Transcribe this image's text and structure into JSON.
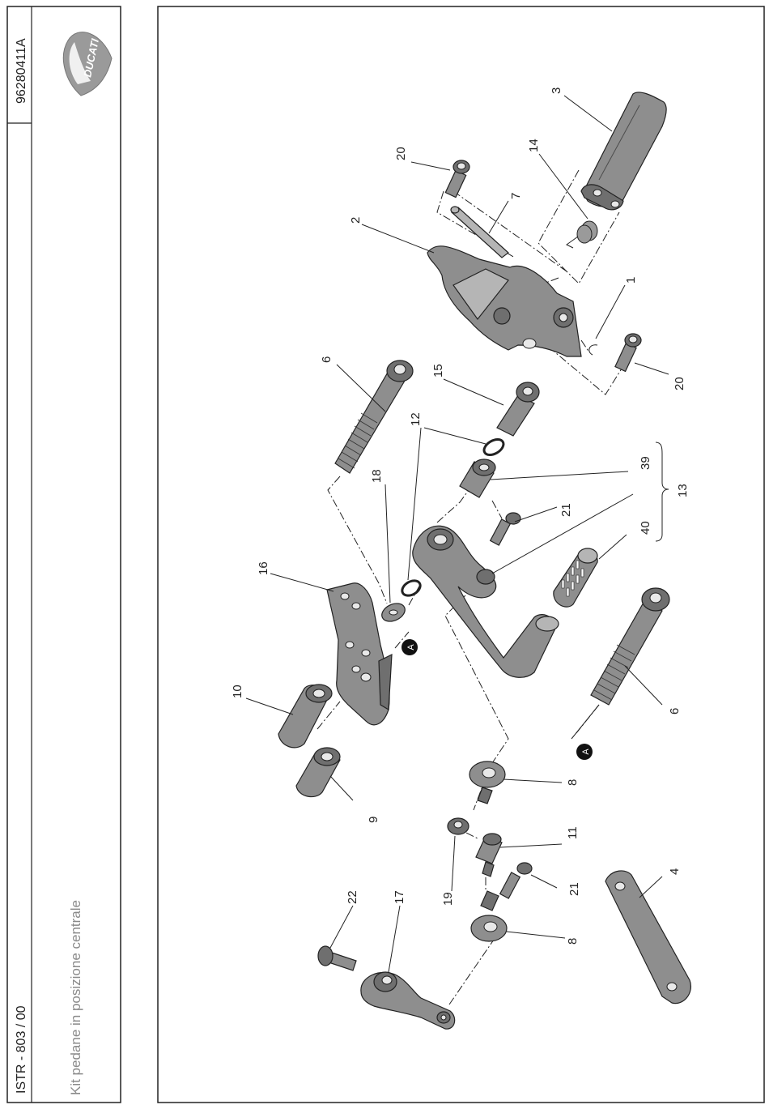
{
  "document": {
    "code": "ISTR - 803 / 00",
    "title": "Kit pedane in posizione centrale",
    "part_number": "96280411A",
    "brand": "DUCATI"
  },
  "callouts": {
    "c1": "1",
    "c2": "2",
    "c3": "3",
    "c4": "4",
    "c6a": "6",
    "c6b": "6",
    "c7": "7",
    "c8a": "8",
    "c8b": "8",
    "c9": "9",
    "c10": "10",
    "c11": "11",
    "c12": "12",
    "c13": "13",
    "c14": "14",
    "c15": "15",
    "c16": "16",
    "c17": "17",
    "c18": "18",
    "c19": "19",
    "c20a": "20",
    "c20b": "20",
    "c21a": "21",
    "c21b": "21",
    "c22": "22",
    "c39": "39",
    "c40": "40",
    "markA1": "A",
    "markA2": "A"
  }
}
